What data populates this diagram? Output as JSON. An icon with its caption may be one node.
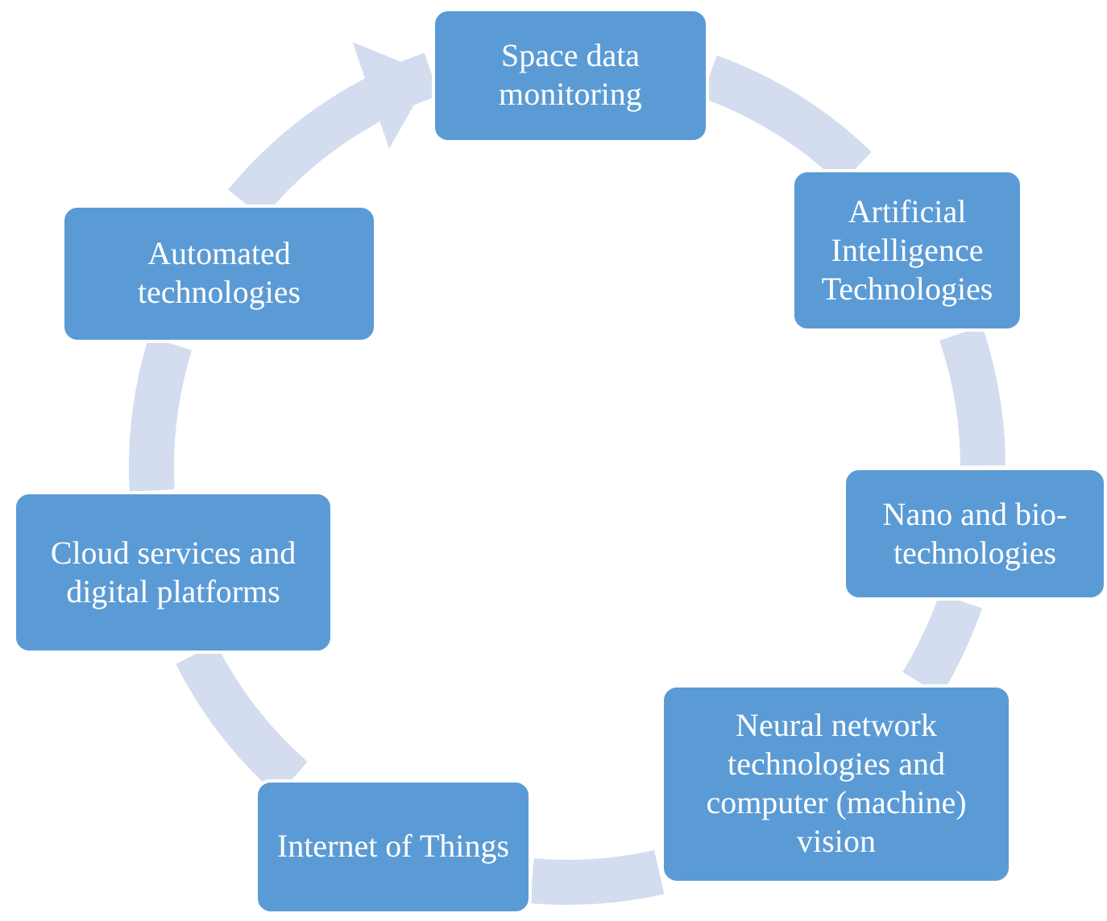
{
  "diagram": {
    "nodes": [
      {
        "text": [
          "Space data monitoring"
        ]
      },
      {
        "text": [
          "Artificial Intelligence Technologies"
        ]
      },
      {
        "text": [
          "Nano and bio-technologies"
        ]
      },
      {
        "text": [
          "Neural network technologies and computer (machine) vision"
        ]
      },
      {
        "text": [
          "Internet of Things"
        ]
      },
      {
        "text": [
          "Cloud services and digital platforms"
        ]
      },
      {
        "text": [
          "Automated technologies"
        ]
      }
    ],
    "edges": [
      {
        "from": 0,
        "to": 1,
        "arrow": "none"
      },
      {
        "from": 1,
        "to": 2,
        "arrow": "none"
      },
      {
        "from": 2,
        "to": 3,
        "arrow": "none"
      },
      {
        "from": 3,
        "to": 4,
        "arrow": "none"
      },
      {
        "from": 4,
        "to": 5,
        "arrow": "none"
      },
      {
        "from": 5,
        "to": 6,
        "arrow": "none"
      },
      {
        "from": 6,
        "to": 0,
        "arrow": "to"
      }
    ]
  }
}
